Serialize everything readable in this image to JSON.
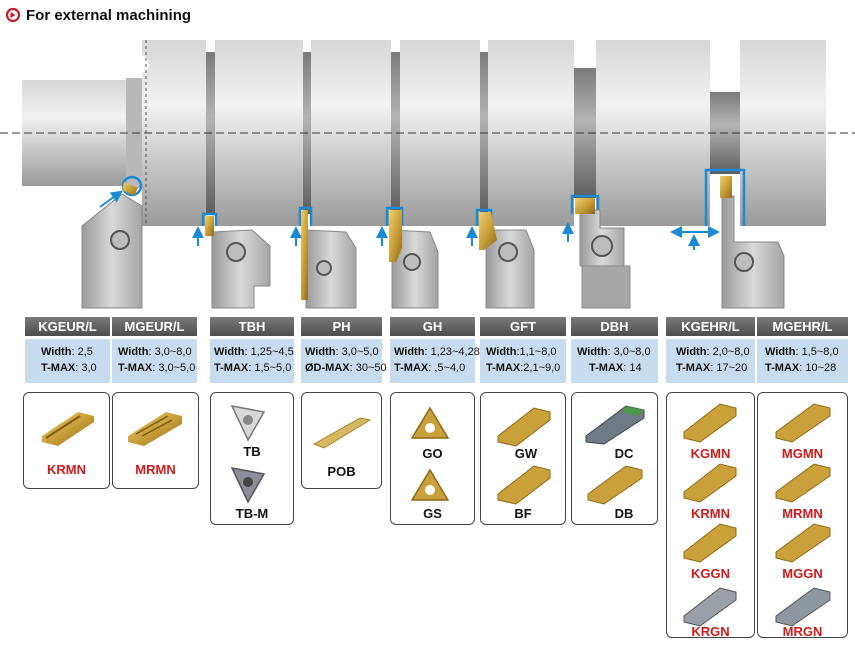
{
  "title": "For external machining",
  "labels": {
    "width": "Width",
    "tmax": "T-MAX",
    "dmax": "ØD-MAX"
  },
  "holders": [
    {
      "name": "KGEUR/L",
      "width": ": 2,5",
      "second_label": "T-MAX",
      "second": ": 3,0"
    },
    {
      "name": "MGEUR/L",
      "width": ": 3,0~8,0",
      "second_label": "T-MAX",
      "second": ": 3,0~5,0"
    },
    {
      "name": "TBH",
      "width": ": 1,25~4,5",
      "second_label": "T-MAX",
      "second": ": 1,5~5,0"
    },
    {
      "name": "PH",
      "width": ": 3,0~5,0",
      "second_label": "ØD-MAX",
      "second": ": 30~50"
    },
    {
      "name": "GH",
      "width": ": 1,23~4,28",
      "second_label": "T-MAX",
      "second": ": ,5~4,0"
    },
    {
      "name": "GFT",
      "width": ":1,1~8,0",
      "second_label": "T-MAX",
      "second": ":2,1~9,0"
    },
    {
      "name": "DBH",
      "width": ": 3,0~8,0",
      "second_label": "T-MAX",
      "second": ": 14"
    },
    {
      "name": "KGEHR/L",
      "width": ": 2,0~8,0",
      "second_label": "T-MAX",
      "second": ": 17~20"
    },
    {
      "name": "MGEHR/L",
      "width": ": 1,5~8,0",
      "second_label": "T-MAX",
      "second": ": 10~28"
    }
  ],
  "inserts": {
    "kgeur": [
      "KRMN"
    ],
    "mgeur": [
      "MRMN"
    ],
    "tbh": [
      "TB",
      "TB-M"
    ],
    "ph": [
      "POB"
    ],
    "gh": [
      "GO",
      "GS"
    ],
    "gft": [
      "GW",
      "BF"
    ],
    "dbh": [
      "DC",
      "DB"
    ],
    "kgehr": [
      "KGMN",
      "KRMN",
      "KGGN",
      "KRGN"
    ],
    "mgehr": [
      "MGMN",
      "MRMN",
      "MGGN",
      "MRGN"
    ]
  },
  "colors": {
    "accent_blue": "#1a8ad4",
    "header_gray": "#616161",
    "spec_blue": "#c8dcef",
    "insert_gold": "#c9a03a",
    "label_red": "#d01a1a",
    "shaft_gray": "#c4c4c4"
  },
  "icons": {
    "title": "circle-arrow-icon"
  }
}
